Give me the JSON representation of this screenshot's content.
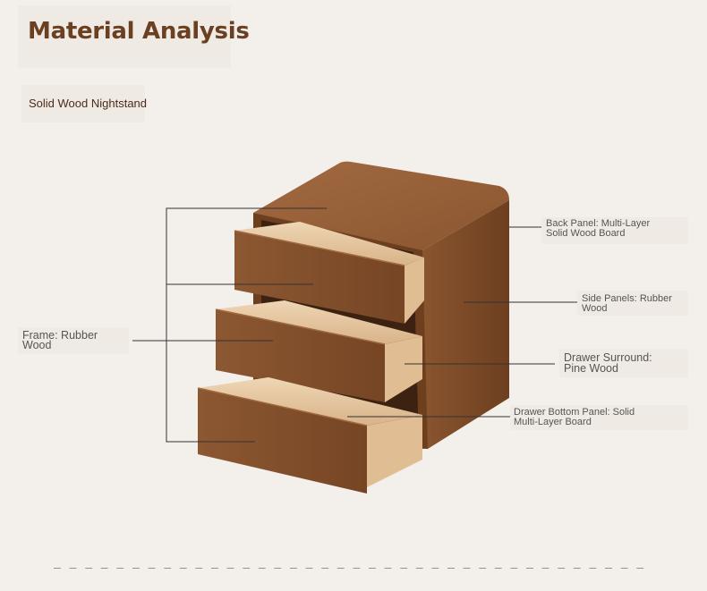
{
  "header": {
    "title": "Material Analysis",
    "subtitle": "Solid Wood Nightstand"
  },
  "labels": {
    "frame": {
      "line1": "Frame: Rubber",
      "line2": "Wood"
    },
    "back_panel": {
      "line1": "Back Panel: Multi-Layer",
      "line2": "Solid Wood Board"
    },
    "side_panels": {
      "line1": "Side Panels: Rubber",
      "line2": "Wood"
    },
    "drawer_surround": {
      "line1": "Drawer Surround:",
      "line2": "Pine Wood"
    },
    "drawer_bottom": {
      "line1": "Drawer Bottom Panel: Solid",
      "line2": "Multi-Layer Board"
    }
  },
  "footer": {
    "divider": "_ _ _ _ _ _ _ _ _ _ _ _ _ _ _ _ _ _ _ _ _ _ _ _ _ _ _ _ _ _ _ _ _ _ _ _ _ _ _ _ _ _ _ _ _ _ _ _ _ _ _ _ _ _ _"
  },
  "colors": {
    "walnut": "#7a4a2a",
    "walnut_dark": "#5c3519",
    "pine": "#e6c7a1",
    "title": "#6b3f22"
  }
}
